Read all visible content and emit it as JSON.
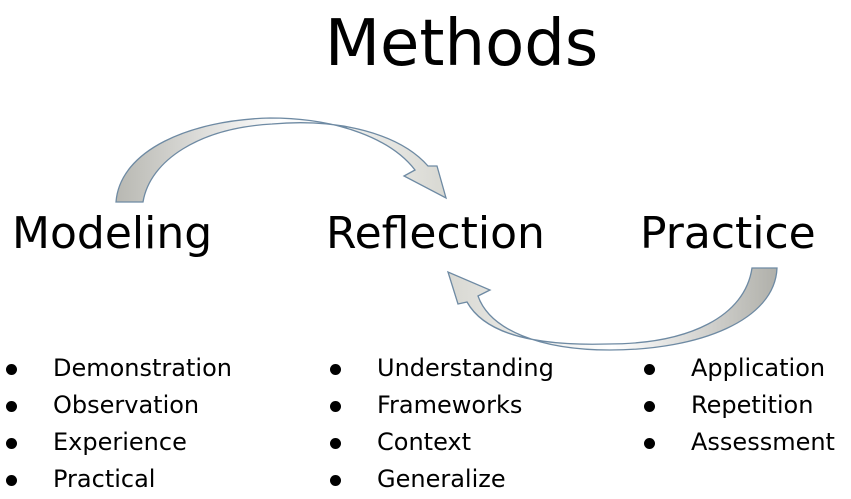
{
  "title": "Methods",
  "columns": [
    {
      "heading": "Modeling",
      "items": [
        "Demonstration",
        "Observation",
        "Experience",
        "Practical"
      ]
    },
    {
      "heading": "Reflection",
      "items": [
        "Understanding",
        "Frameworks",
        "Context",
        "Generalize"
      ]
    },
    {
      "heading": "Practice",
      "items": [
        "Application",
        "Repetition",
        "Assessment"
      ]
    }
  ],
  "colors": {
    "arrow_fill": "#c9c9c4",
    "arrow_stroke": "#6e8aa3",
    "text": "#000000"
  }
}
